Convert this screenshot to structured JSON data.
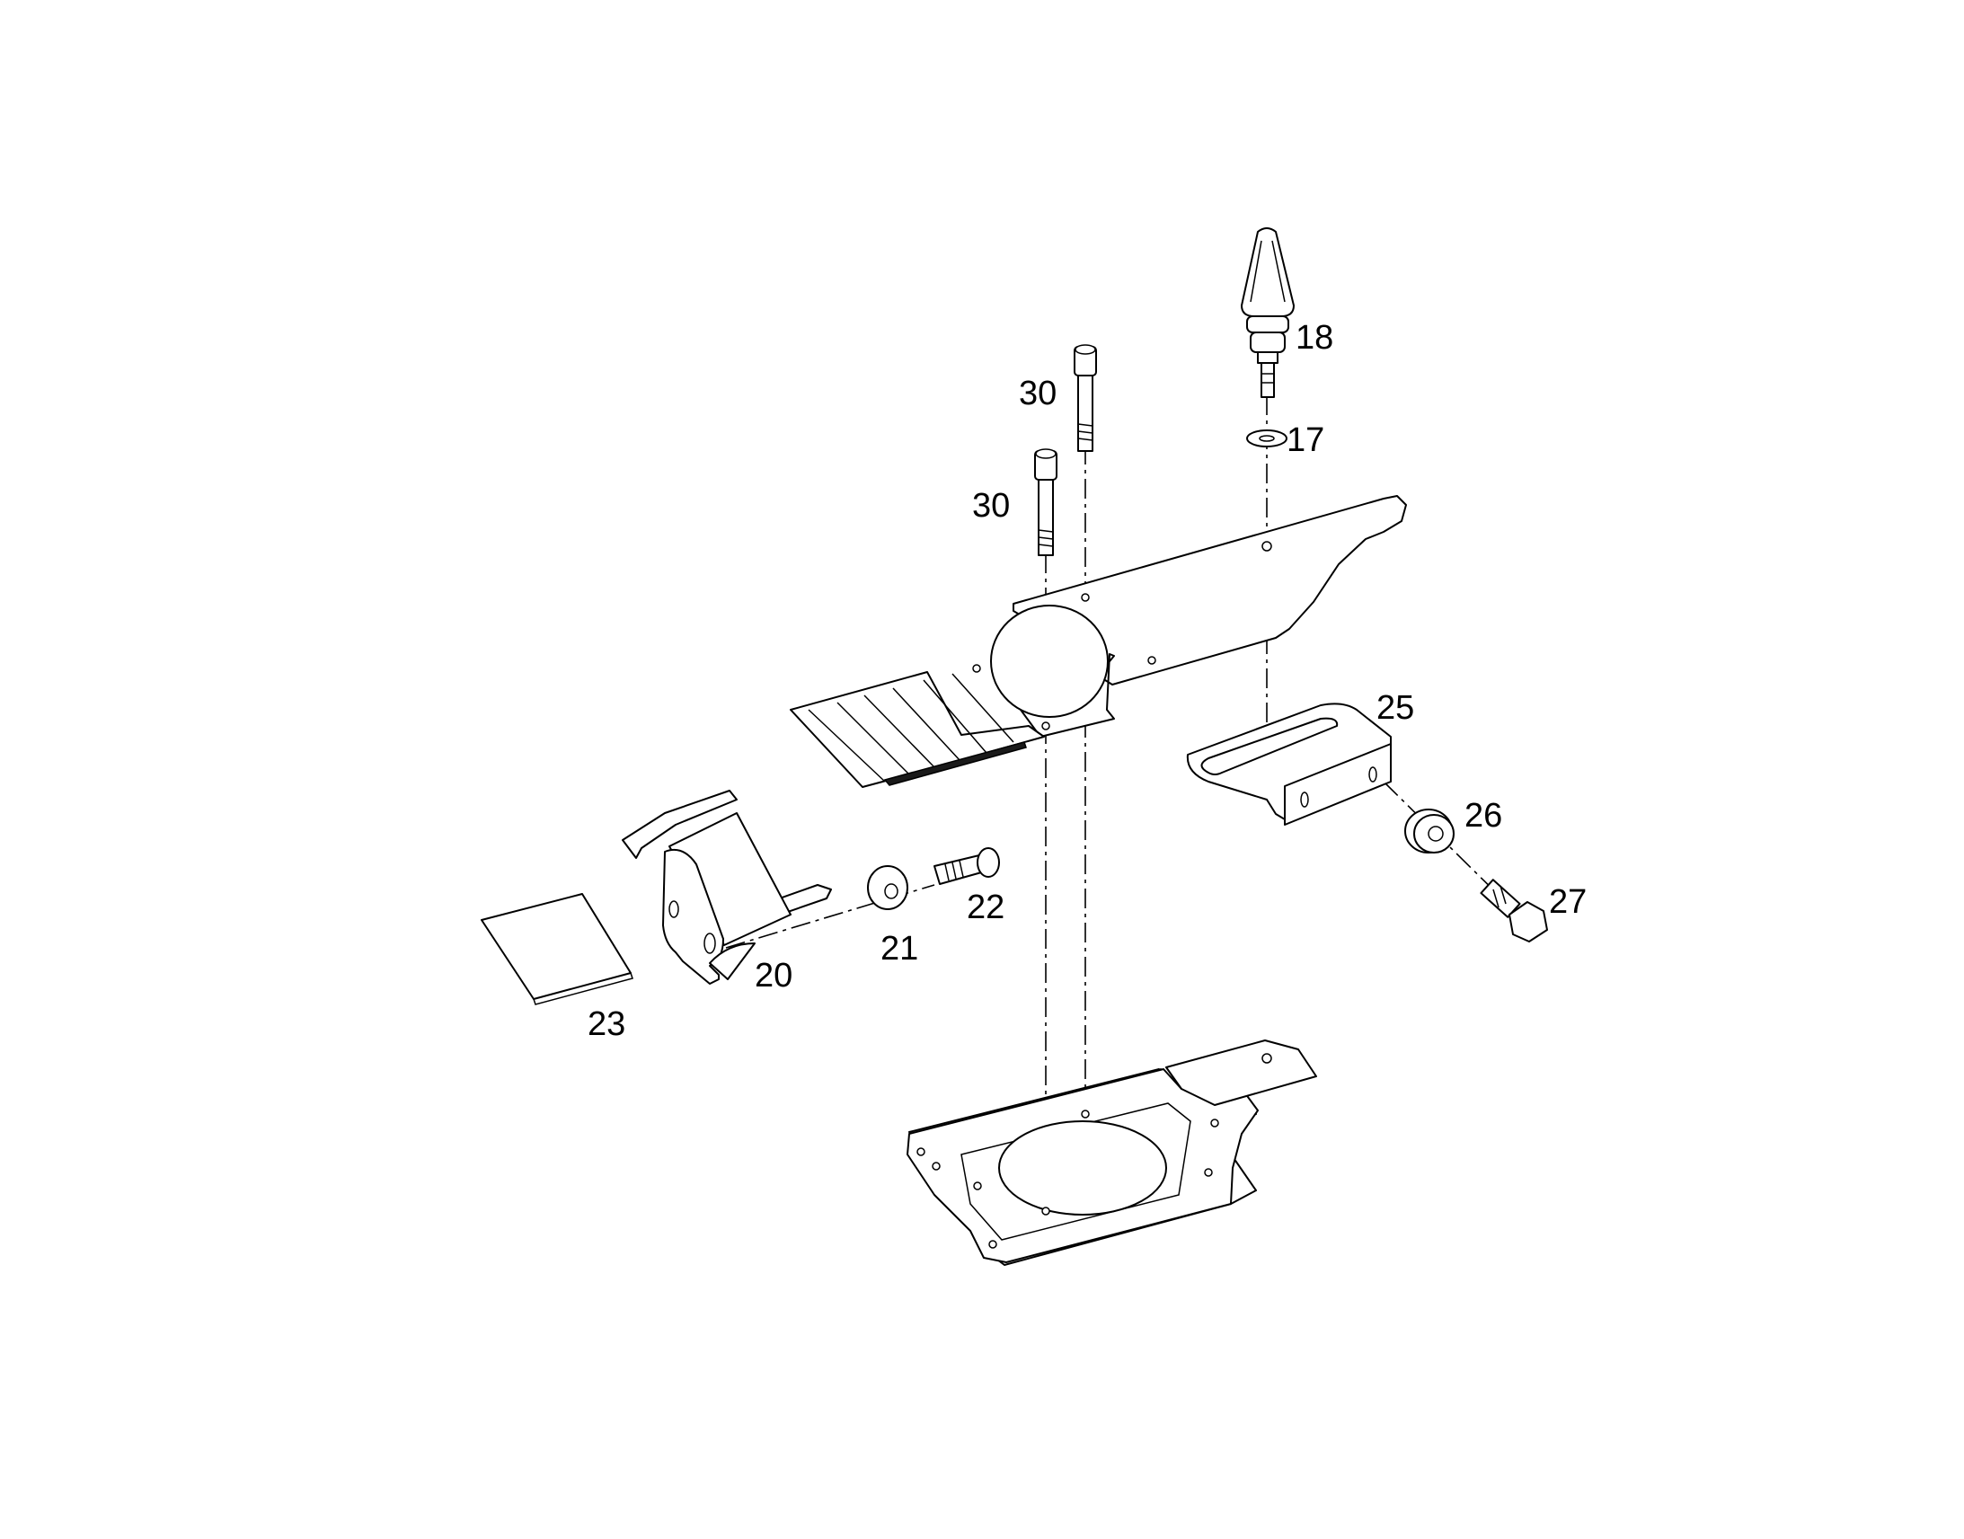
{
  "callouts": {
    "p17": "17",
    "p18": "18",
    "p20": "20",
    "p21": "21",
    "p22": "22",
    "p23": "23",
    "p25": "25",
    "p26": "26",
    "p27": "27",
    "p30a": "30",
    "p30b": "30"
  },
  "colors": {
    "line": "#000000",
    "background": "#ffffff"
  }
}
